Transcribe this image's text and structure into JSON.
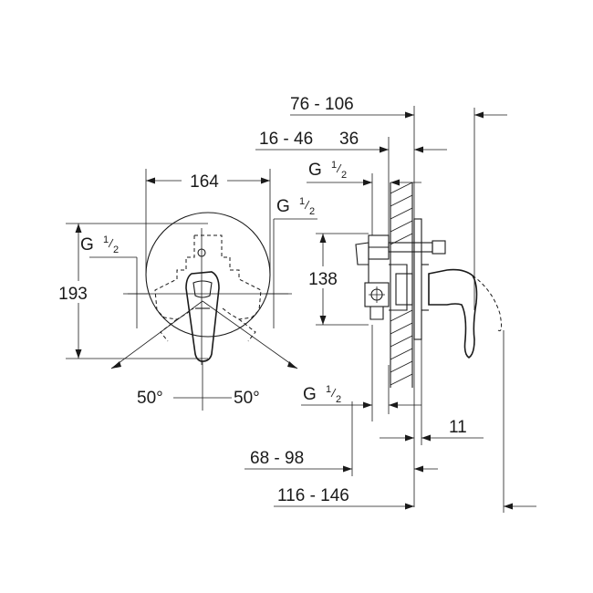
{
  "colors": {
    "line": "#1a1a1a",
    "background": "#ffffff"
  },
  "front_view": {
    "width": "164",
    "height": "193",
    "thread_left": {
      "main": "G",
      "num": "1",
      "den": "2"
    },
    "thread_right": {
      "main": "G",
      "num": "1",
      "den": "2"
    },
    "angle_left": "50°",
    "angle_right": "50°"
  },
  "side_view": {
    "depth_total": "76 - 106",
    "depth_wall": "16 - 46",
    "depth_36": "36",
    "thread_top": {
      "main": "G",
      "num": "1",
      "den": "2"
    },
    "thread_bottom": {
      "main": "G",
      "num": "1",
      "den": "2"
    },
    "height_138": "138",
    "offset_11": "11",
    "depth_68": "68 - 98",
    "depth_116": "116 - 146"
  }
}
